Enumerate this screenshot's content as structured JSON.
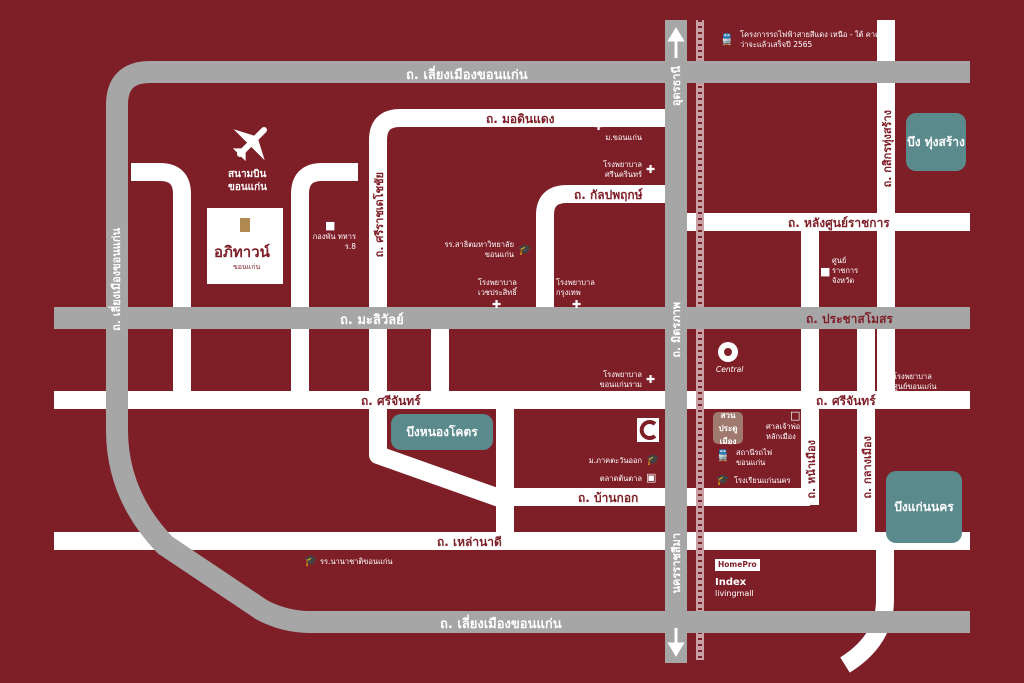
{
  "roads": {
    "ring_top": "ถ. เลี่ยงเมืองขอนแก่น",
    "ring_bottom": "ถ. เลี่ยงเมืองขอนแก่น",
    "ring_left": "ถ. เลี่ยงเมืองขอนแก่น",
    "maliwan": "ถ. มะลิวัลย์",
    "udon": "อุดรธานี",
    "nakhon_ratchasima": "นครราชสีมา",
    "mittraphap": "ถ. มิตรภาพ",
    "mo_din_daeng": "ถ. มอดินแดง",
    "kanlapaphruek": "ถ. กัลปพฤกษ์",
    "sri_chan_w": "ถ. ศรีจันทร์",
    "sri_chan_e": "ถ. ศรีจันทร์",
    "ban_kok": "ถ. บ้านกอก",
    "lao_na_di": "ถ. เหล่านาดี",
    "sri_rat": "ถ. ศรีราชเดโชชัย",
    "lang_sun": "ถ. หลังศูนย์ราชการ",
    "prachasamosorn": "ถ. ประชาสโมสร",
    "klang_mueang": "ถ. กลางเมือง",
    "na_mueang": "ถ. หน้าเมือง",
    "kasikorn": "ถ. กสิกรทุ่งสร้าง"
  },
  "lakes": {
    "nong_khot": "บึงหนองโคตร",
    "thung_sang": "บึง ทุ่งสร้าง",
    "kaen_nakhon": "บึงแก่นนคร"
  },
  "project": {
    "name": "อภิทาวน์",
    "sub": "ขอนแก่น"
  },
  "pois": {
    "airport": "สนามบิน ขอนแก่น",
    "train_project": "โครงการรถไฟฟ้าสายสีแดง เหนือ - ใต้ คาดว่าจะแล้วเสร็จปี 2565",
    "kku": "ม.ขอนแก่น",
    "srinagarind": "โรงพยาบาล ศรีนครินทร์",
    "army": "กองพัน ทหาร ร.8",
    "kk_tech": "รร.สาธิตมหาวิทยาลัย ขอนแก่น",
    "khon_kaen_hosp": "โรงพยาบาล เวชประสิทธิ์",
    "krungthep_hosp": "โรงพยาบาล กรุงเทพ",
    "khon_kaen_ram": "โรงพยาบาล ขอนแก่นราม",
    "east_asia": "ม.ภาคตะวันออก",
    "market": "ตลาดต้นตาล",
    "central": "Central",
    "park": "สวน ประตู เมือง",
    "shrine": "ศาลเจ้าพ่อ หลักเมือง",
    "station": "สถานีรถไฟ ขอนแก่น",
    "kk_school": "โรงเรียนแก่นนคร",
    "gov_center": "ศูนย์ ราชการ จังหวัด",
    "hosp_east": "โรงพยาบาล ศูนย์ขอนแก่น",
    "intl_school": "รร.นานาชาติขอนแก่น",
    "homepro": "HomePro",
    "index": "Index",
    "index_sub": "livingmall"
  },
  "colors": {
    "background": "#7e1f28",
    "grey_road": "#a6a6a6",
    "white_road": "#ffffff",
    "lake": "#5a8a8c"
  }
}
